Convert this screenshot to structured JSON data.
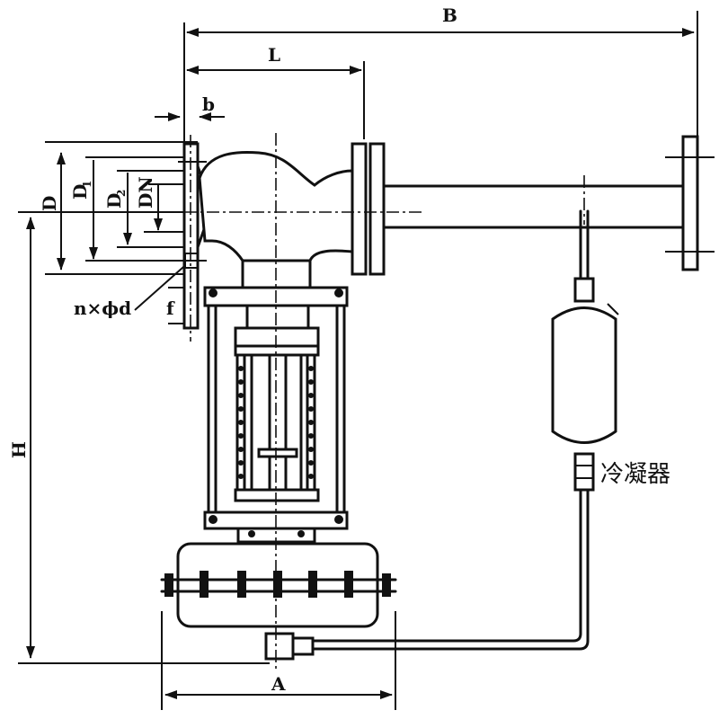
{
  "drawing": {
    "labels": {
      "b_overall": "B",
      "l_face_to_face": "L",
      "b_flange_thickness": "b",
      "d_flange": "D",
      "d1_bolt_circle": "D",
      "d1_sub": "1",
      "d2_raised_face": "D",
      "d2_sub": "2",
      "dn_nominal": "DN",
      "bolt_holes": "n×ϕd",
      "f_raised_height": "f",
      "h_height": "H",
      "a_actuator_width": "A",
      "condenser": "冷凝器"
    }
  }
}
